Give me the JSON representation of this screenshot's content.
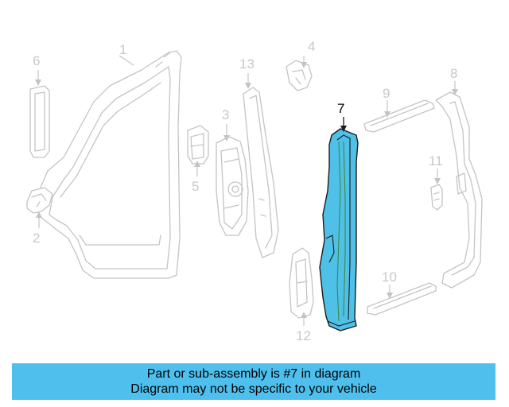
{
  "callouts": {
    "c1": "1",
    "c2": "2",
    "c3": "3",
    "c4": "4",
    "c5": "5",
    "c6": "6",
    "c7": "7",
    "c8": "8",
    "c9": "9",
    "c10": "10",
    "c11": "11",
    "c12": "12",
    "c13": "13"
  },
  "highlight_part": "7",
  "highlight_color": "#4fc0e8",
  "banner": {
    "line1": "Part or sub-assembly is #7 in diagram",
    "line2": "Diagram may not be specific to your vehicle",
    "color": "#4fc0ee"
  }
}
